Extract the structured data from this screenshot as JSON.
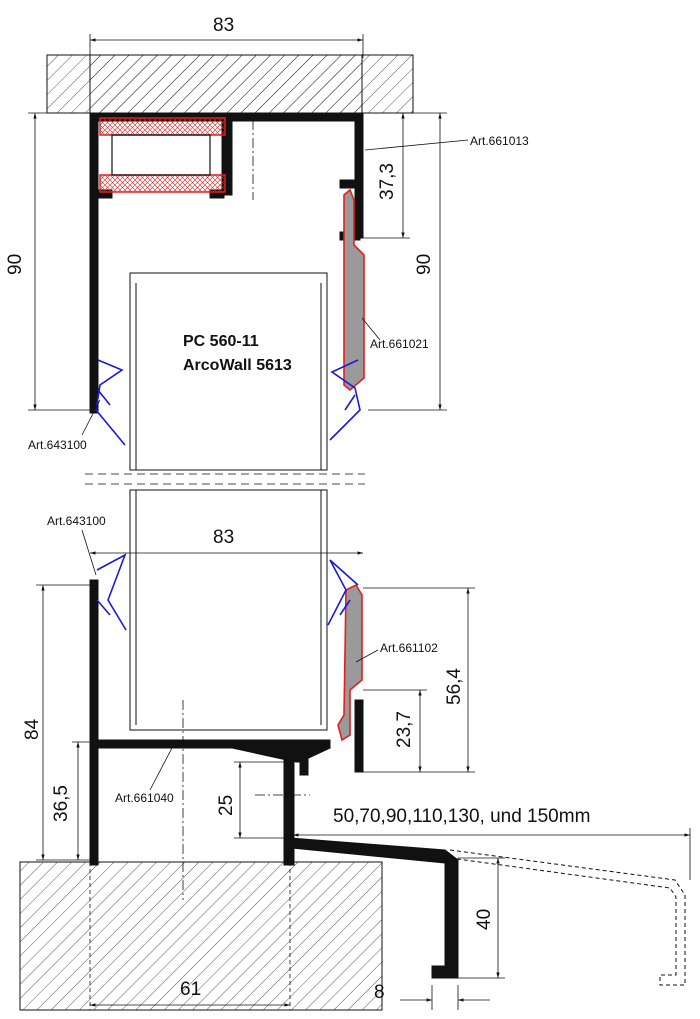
{
  "title": {
    "line1": "PC 560-11",
    "line2": "ArcoWall 5613"
  },
  "top_section": {
    "width": "83",
    "left_height": "90",
    "right_height": "90",
    "flap_height": "37,3"
  },
  "bottom_section": {
    "width": "83",
    "left_height": "84",
    "sill_height": "36,5",
    "step_height": "25",
    "right_height": "56,4",
    "flap_height": "23,7",
    "base_width": "61",
    "drip_height": "40",
    "drip_thickness": "8",
    "extension_note": "50,70,90,110,130, und 150mm"
  },
  "articles": {
    "a661013": "Art.661013",
    "a661021": "Art.661021",
    "a643100_top": "Art.643100",
    "a643100_bottom": "Art.643100",
    "a661102": "Art.661102",
    "a661040": "Art.661040"
  },
  "colors": {
    "profile": "#111111",
    "gasket": "#1a1adc",
    "thermal_break": "#e02020",
    "thermal_fill": "#f3b6b6"
  }
}
